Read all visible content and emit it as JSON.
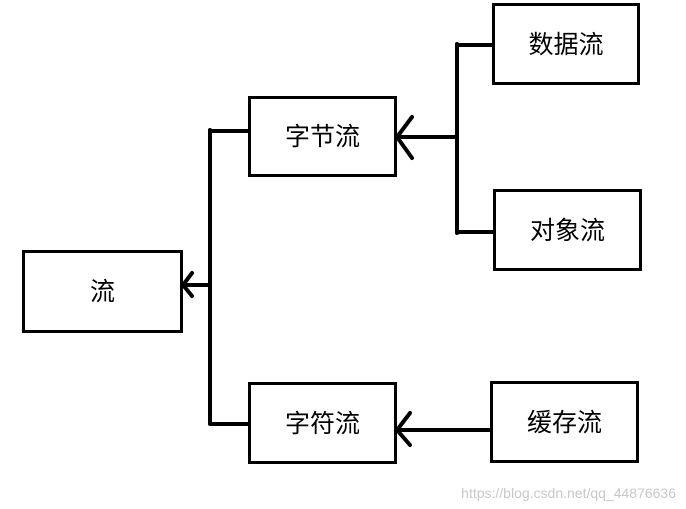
{
  "nodes": {
    "root": "流",
    "byte_stream": "字节流",
    "char_stream": "字符流",
    "data_stream": "数据流",
    "object_stream": "对象流",
    "buffered_stream": "缓存流"
  },
  "watermark": "https://blog.csdn.net/qq_44876636",
  "colors": {
    "stroke": "#000000",
    "background": "#ffffff",
    "watermark": "#c8c8c8"
  }
}
